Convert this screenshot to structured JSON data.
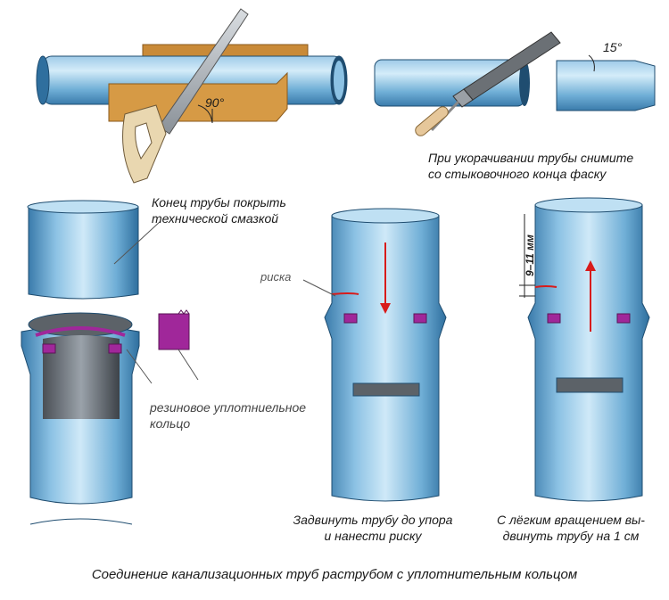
{
  "labels": {
    "angle_cut": "90°",
    "angle_chamfer": "15°",
    "chamfer_note_line1": "При укорачивании трубы снимите",
    "chamfer_note_line2": "со стыковочного конца фаску",
    "grease_line1": "Конец трубы покрыть",
    "grease_line2": "технической смазкой",
    "mark_label": "риска",
    "ring_line1": "резиновое уплотниельное",
    "ring_line2": "кольцо",
    "push_line1": "Задвинуть трубу до упора",
    "push_line2": "и нанести риску",
    "pull_line1": "С лёгким вращением вы-",
    "pull_line2": "двинуть трубу на 1 см",
    "gap_label": "9–11 мм"
  },
  "caption": "Соединение канализационных труб раструбом с уплотнительным кольцом",
  "colors": {
    "pipe_light": "#bfe0f3",
    "pipe_mid": "#6faed6",
    "pipe_dark": "#2f6f9e",
    "pipe_outline": "#1f4d70",
    "wood": "#d69a45",
    "seal": "#a0279a",
    "arrow": "#d81b1b"
  }
}
